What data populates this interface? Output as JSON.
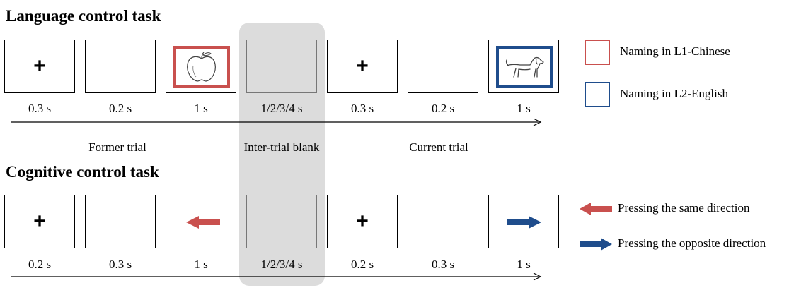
{
  "language_task": {
    "title": "Language control task",
    "durations": [
      "0.3 s",
      "0.2 s",
      "1 s",
      "1/2/3/4 s",
      "0.3 s",
      "0.2 s",
      "1 s"
    ],
    "fixation": "+",
    "former_trial_cue": "red",
    "former_trial_stimulus_icon": "apple-icon",
    "current_trial_cue": "blue",
    "current_trial_stimulus_icon": "dog-icon"
  },
  "cognitive_task": {
    "title": "Cognitive control task",
    "durations": [
      "0.2 s",
      "0.3 s",
      "1 s",
      "1/2/3/4 s",
      "0.2 s",
      "0.3 s",
      "1 s"
    ],
    "fixation": "+",
    "former_trial_arrow": "left-arrow-icon",
    "current_trial_arrow": "right-arrow-icon"
  },
  "phases": {
    "former": "Former trial",
    "blank": "Inter-trial blank",
    "current": "Current trial"
  },
  "legend": {
    "red_box": "Naming in L1-Chinese",
    "blue_box": "Naming in L2-English",
    "red_arrow": "Pressing the same direction",
    "blue_arrow": "Pressing the opposite direction"
  },
  "colors": {
    "red": "#c9504e",
    "blue": "#1f4d8c",
    "blank_band": "#dcdcdc"
  }
}
